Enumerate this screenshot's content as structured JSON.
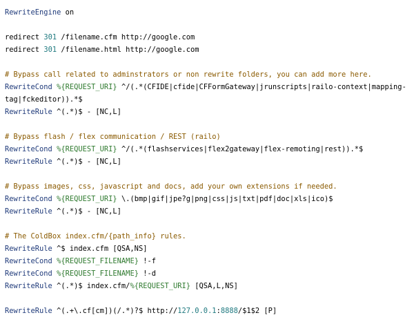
{
  "lines": [
    [
      {
        "t": "RewriteEngine",
        "c": "directive"
      },
      {
        "t": " on",
        "c": "plain"
      }
    ],
    [],
    [
      {
        "t": "redirect ",
        "c": "plain"
      },
      {
        "t": "301",
        "c": "number"
      },
      {
        "t": " /filename.cfm http://google.com",
        "c": "plain"
      }
    ],
    [
      {
        "t": "redirect ",
        "c": "plain"
      },
      {
        "t": "301",
        "c": "number"
      },
      {
        "t": " /filename.html http://google.com",
        "c": "plain"
      }
    ],
    [],
    [
      {
        "t": "# Bypass call related to adminstrators or non rewrite folders, you can add more here.",
        "c": "comment"
      }
    ],
    [
      {
        "t": "RewriteCond",
        "c": "directive"
      },
      {
        "t": " ",
        "c": "plain"
      },
      {
        "t": "%{REQUEST_URI}",
        "c": "variable"
      },
      {
        "t": " ^/(.*(CFIDE|cfide|CFFormGateway|jrunscripts|railo-context|mapping-",
        "c": "plain"
      }
    ],
    [
      {
        "t": "tag|fckeditor)).*$",
        "c": "plain"
      }
    ],
    [
      {
        "t": "RewriteRule",
        "c": "directive"
      },
      {
        "t": " ^(.*)$ - [NC,L]",
        "c": "plain"
      }
    ],
    [],
    [
      {
        "t": "# Bypass flash / flex communication / REST (railo)",
        "c": "comment"
      }
    ],
    [
      {
        "t": "RewriteCond",
        "c": "directive"
      },
      {
        "t": " ",
        "c": "plain"
      },
      {
        "t": "%{REQUEST_URI}",
        "c": "variable"
      },
      {
        "t": " ^/(.*(flashservices|flex2gateway|flex-remoting|rest)).*$",
        "c": "plain"
      }
    ],
    [
      {
        "t": "RewriteRule",
        "c": "directive"
      },
      {
        "t": " ^(.*)$ - [NC,L]",
        "c": "plain"
      }
    ],
    [],
    [
      {
        "t": "# Bypass images, css, javascript and docs, add your own extensions if needed.",
        "c": "comment"
      }
    ],
    [
      {
        "t": "RewriteCond",
        "c": "directive"
      },
      {
        "t": " ",
        "c": "plain"
      },
      {
        "t": "%{REQUEST_URI}",
        "c": "variable"
      },
      {
        "t": " \\.(bmp|gif|jpe?g|png|css|js|txt|pdf|doc|xls|ico)$",
        "c": "plain"
      }
    ],
    [
      {
        "t": "RewriteRule",
        "c": "directive"
      },
      {
        "t": " ^(.*)$ - [NC,L]",
        "c": "plain"
      }
    ],
    [],
    [
      {
        "t": "# The ColdBox index.cfm/{path_info} rules.",
        "c": "comment"
      }
    ],
    [
      {
        "t": "RewriteRule",
        "c": "directive"
      },
      {
        "t": " ^$ index.cfm [QSA,NS]",
        "c": "plain"
      }
    ],
    [
      {
        "t": "RewriteCond",
        "c": "directive"
      },
      {
        "t": " ",
        "c": "plain"
      },
      {
        "t": "%{REQUEST_FILENAME}",
        "c": "variable"
      },
      {
        "t": " !-f",
        "c": "plain"
      }
    ],
    [
      {
        "t": "RewriteCond",
        "c": "directive"
      },
      {
        "t": " ",
        "c": "plain"
      },
      {
        "t": "%{REQUEST_FILENAME}",
        "c": "variable"
      },
      {
        "t": " !-d",
        "c": "plain"
      }
    ],
    [
      {
        "t": "RewriteRule",
        "c": "directive"
      },
      {
        "t": " ^(.*)$ index.cfm/",
        "c": "plain"
      },
      {
        "t": "%{REQUEST_URI}",
        "c": "variable"
      },
      {
        "t": " [QSA,L,NS]",
        "c": "plain"
      }
    ],
    [],
    [
      {
        "t": "RewriteRule",
        "c": "directive"
      },
      {
        "t": " ^(.+\\.cf[cm])(/.*)?$ http://",
        "c": "plain"
      },
      {
        "t": "127.0.0.1",
        "c": "number"
      },
      {
        "t": ":",
        "c": "plain"
      },
      {
        "t": "8888",
        "c": "number"
      },
      {
        "t": "/$1$2 [P]",
        "c": "plain"
      }
    ]
  ]
}
